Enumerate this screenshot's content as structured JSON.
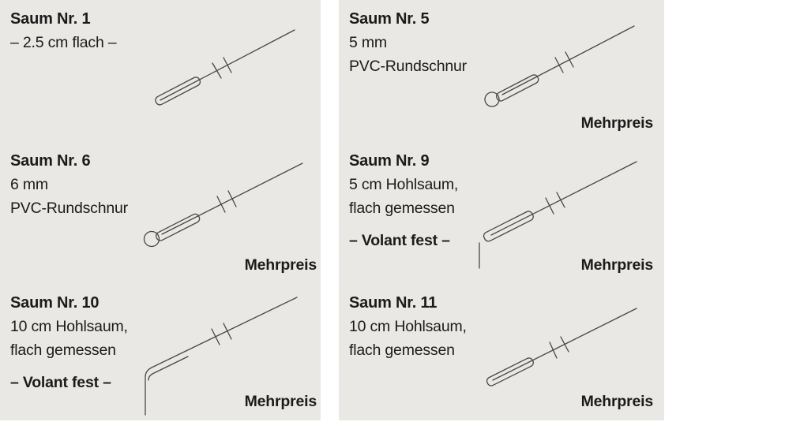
{
  "colors": {
    "page_bg": "#ffffff",
    "panel_bg": "#e9e8e5",
    "text_color": "#1b1b1b",
    "line_color": "#474747"
  },
  "cells": [
    {
      "title": "Saum Nr. 1",
      "lines": [
        "– 2.5 cm flach –"
      ],
      "drawing": "flat-hem"
    },
    {
      "title": "Saum Nr. 5",
      "lines": [
        "5 mm",
        "PVC-Rundschnur"
      ],
      "surcharge": "Mehrpreis",
      "drawing": "pvc-cord-hem"
    },
    {
      "title": "Saum Nr. 6",
      "lines": [
        "6 mm",
        "PVC-Rundschnur"
      ],
      "surcharge": "Mehrpreis",
      "drawing": "pvc-cord-hem"
    },
    {
      "title": "Saum Nr. 9",
      "lines": [
        "5 cm Hohlsaum,",
        "flach gemessen"
      ],
      "volant": "– Volant fest –",
      "surcharge": "Mehrpreis",
      "drawing": "hollow-hem"
    },
    {
      "title": "Saum Nr. 10",
      "lines": [
        "10 cm Hohlsaum,",
        "flach gemessen"
      ],
      "volant": "– Volant fest –",
      "surcharge": "Mehrpreis",
      "drawing": "hollow-hem-corner"
    },
    {
      "title": "Saum Nr. 11",
      "lines": [
        "10 cm Hohlsaum,",
        "flach gemessen"
      ],
      "surcharge": "Mehrpreis",
      "drawing": "flat-hem"
    }
  ]
}
